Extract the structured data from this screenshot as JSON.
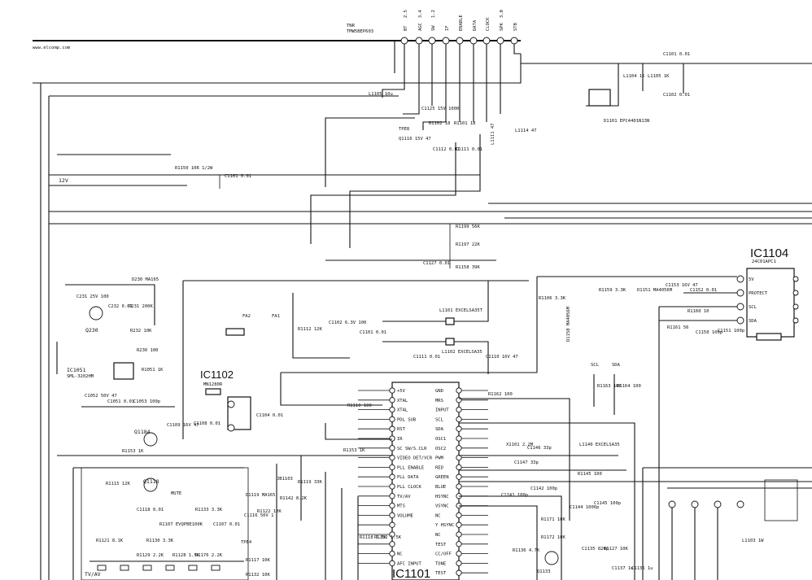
{
  "tuner": {
    "name": "TNR",
    "part": "TMW5BEP603",
    "pins": [
      "BT",
      "AGC",
      "SW",
      "IF",
      "ENABLE",
      "DATA",
      "CLOCK",
      "SPK",
      "STB"
    ],
    "values": [
      "2.5",
      "3.4",
      "1.2",
      "",
      "",
      "",
      "",
      "3.0",
      ""
    ],
    "source": "www.elcomp.com"
  },
  "ics": {
    "ic1102": {
      "name": "IC1102",
      "part": "MN1280R"
    },
    "ic1101": {
      "name": "IC1101"
    },
    "ic1104": {
      "name": "IC1104",
      "part": "24C01APC1",
      "pins": [
        "5V",
        "PROTECT",
        "SCL",
        "SDA"
      ]
    },
    "ic1051": {
      "name": "IC1051",
      "part": "SML-3202HM"
    }
  },
  "ic1101_left_pins": [
    "+5V",
    "XTAL",
    "XTAL",
    "PDL SUB",
    "RST",
    "IR",
    "SC SW/S.CLR",
    "VIDEO DET/VCR",
    "PLL ENABLE",
    "PLL DATA",
    "PLL CLOCK",
    "TV/AV",
    "MTS",
    "VOLUME",
    "",
    "",
    "",
    "NC",
    "AFC INPUT"
  ],
  "ic1101_right_pins": [
    "GND",
    "MRS",
    "INPUT",
    "SCL",
    "SDA",
    "OSC1",
    "OSC2",
    "PWM",
    "RED",
    "GREEN",
    "BLUE",
    "HSYNC",
    "VSYNC",
    "NC",
    "Y HSYNC",
    "NC",
    "TEST",
    "CC/OFF",
    "TONE",
    "TEST"
  ],
  "labels": {
    "v12": "12V",
    "fa2": "FA2",
    "fa1": "FA1",
    "scl": "SCL",
    "sda": "SDA",
    "tv_av": "TV/AV",
    "mute": "MUTE",
    "tpe8": "TPE8",
    "tpe4": "TPE4"
  },
  "parts": {
    "L1105": "L1105 10u",
    "C1161": "C1161 0.01",
    "R1150": "R1150 10R 1/2W",
    "C1125": "C1125 15V 1000",
    "R1102": "R1102 18",
    "R1101": "R1101 18",
    "Q1116": "Q1116 15V 47",
    "C1112": "C1112 0.01",
    "C1111": "C1111 0.01",
    "L1111": "L1111 47",
    "L1114": "L1114 47",
    "R1199": "R1199 56K",
    "R1197": "R1197 22K",
    "C1127": "C1127 0.01",
    "R1158": "R1158 39K",
    "L1101": "L1101 EXCELSA35T",
    "L1102": "L1102 EXCELSA35",
    "C1102": "C1102 6.3V 100",
    "R1112": "R1112 12K",
    "C1101": "C1101 0.01",
    "C1110": "C1110 16V 47",
    "R1106": "R1106 3.3K",
    "D1150": "D1150 MA4056M",
    "R1159": "R1159 3.3K",
    "D1151": "D1151 MA4056M",
    "C1153": "C1153 16V 47",
    "C1152": "C1152 0.01",
    "R1160": "R1160 10",
    "R1161": "R1161 56",
    "C1150": "C1150 100p",
    "C1151": "C1151 100p",
    "R1163": "R1163 100",
    "R1164": "R1164 100",
    "C231": "C231 25V 100",
    "C232": "C232 0.01",
    "R231": "R231 200K",
    "R232": "R232 10K",
    "Q230": "Q230",
    "D230": "D230 MA165",
    "R230": "R230 100",
    "R1051": "R1051 1K",
    "C1052": "C1052 50V 47",
    "C1051": "C1051 0.01",
    "C1053": "C1053 100p",
    "Q1184": "Q1184",
    "R1153": "R1153 1K",
    "C1108": "C1108 0.01",
    "C1104": "C1104 0.01",
    "C1109": "C1109 16V 47",
    "R1110": "R1110 100",
    "R1162": "R1162 100",
    "Q1118": "Q1118",
    "R1115": "R1115 12K",
    "C1118": "C1118 0.01",
    "R1107": "R1107 EVQPBE100K",
    "R1133": "R1133 3.3K",
    "C1107": "C1107 0.01",
    "C1116": "C1116 50V 1",
    "R1122": "R1122 10K",
    "D1119": "D1119 MA165",
    "R1142": "R1142 8.2K",
    "R1119": "R1119 33K",
    "D1103": "JB1103",
    "R1121": "R1121 8.1K",
    "R1130": "R1130 3.3K",
    "R1129": "R1129 2.2K",
    "R1176": "R1176 2.2K",
    "R1128": "R1128 1.5K",
    "R1117": "R1117 10K",
    "R1132": "R1132 10K",
    "R1145": "R1145 100",
    "C1146": "C1146 33p",
    "C1147": "C1147 33p",
    "X1101": "X1101 2.2M",
    "L1140": "L1140 EXCELSA35",
    "C1141": "C1141 100p",
    "C1142": "C1142 100p",
    "R1118": "R1118 1.5K",
    "R1152": "R1152 1.5K",
    "C1144": "C1144 1000p",
    "C1145": "C1145 100p",
    "R1171": "R1171 10K",
    "R1172": "R1172 10K",
    "Q1133": "Q1133",
    "R1136": "R1136 4.7K",
    "C1135": "C1135 820p",
    "R1127": "R1127 10K",
    "C1137": "C1137 1u",
    "C1136": "C1136 1u",
    "L1103": "L1103 1W",
    "C1101b": "C1101 0.01",
    "C1102b": "C1102 0.01",
    "D1101": "D1101 EPC4401N13N",
    "L1104": "L1104 1K",
    "L1105b": "L1105 1K"
  }
}
